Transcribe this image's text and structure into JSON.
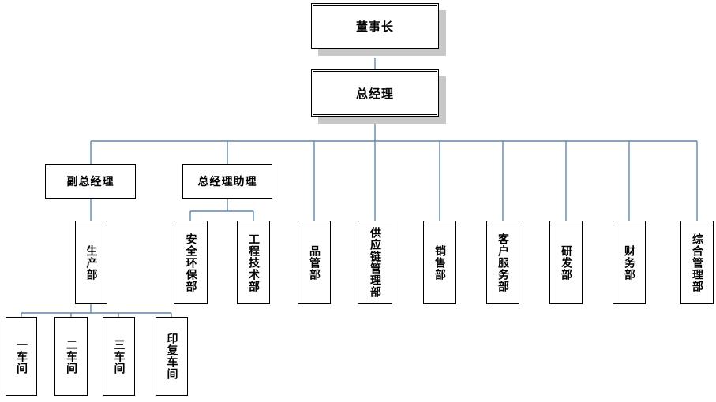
{
  "chairman": "董事长",
  "general_manager": "总经理",
  "deputy_gm": "副总经理",
  "gm_assistant": "总经理助理",
  "production": "生产部",
  "workshops": [
    "一车间",
    "二车间",
    "三车间",
    "印复车间"
  ],
  "assistant_depts": [
    "安全环保部",
    "工程技术部"
  ],
  "departments": [
    "品管部",
    "供应链管理部",
    "销售部",
    "客户服务部",
    "研发部",
    "财务部",
    "综合管理部"
  ],
  "colors": {
    "connector": "#5f87ad",
    "box_border": "#000000",
    "shadow": "#c8c8c8"
  }
}
